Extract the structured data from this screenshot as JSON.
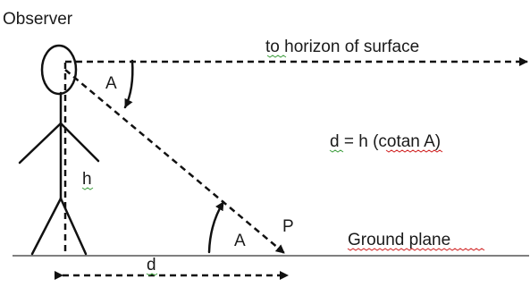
{
  "labels": {
    "observer": "Observer",
    "horizon": "to horizon of surface",
    "angle_top": "A",
    "angle_bottom": "A",
    "formula": "d = h (cotan A)",
    "height": "h",
    "point": "P",
    "ground": "Ground plane",
    "distance": "d"
  }
}
